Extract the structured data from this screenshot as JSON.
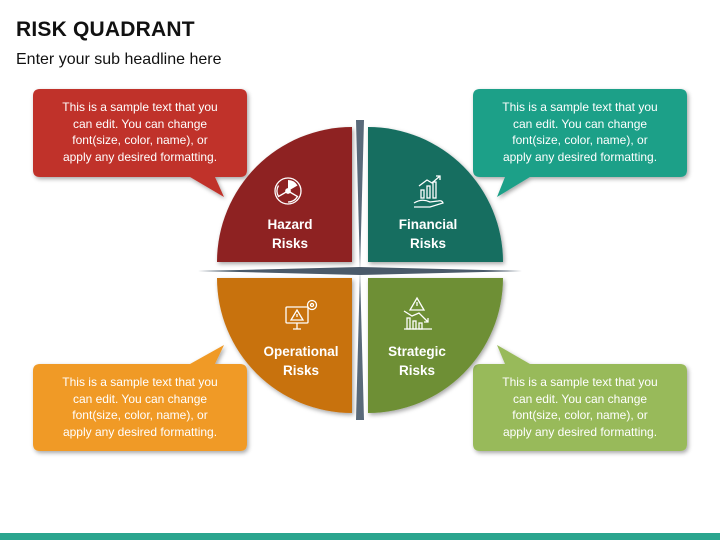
{
  "header": {
    "title": "RISK QUADRANT",
    "subtitle": "Enter your sub headline here"
  },
  "quadrants": [
    {
      "id": "hazard",
      "label_line1": "Hazard",
      "label_line2": "Risks",
      "icon": "radiation-icon",
      "color": "#8e2420"
    },
    {
      "id": "financial",
      "label_line1": "Financial",
      "label_line2": "Risks",
      "icon": "growth-chart-hand-icon",
      "color": "#136e60"
    },
    {
      "id": "operational",
      "label_line1": "Operational",
      "label_line2": "Risks",
      "icon": "monitor-warning-gear-icon",
      "color": "#c8720e"
    },
    {
      "id": "strategic",
      "label_line1": "Strategic",
      "label_line2": "Risks",
      "icon": "risk-decline-chart-icon",
      "color": "#6e8f36"
    }
  ],
  "callouts": [
    {
      "id": "top-left",
      "color": "#c0322c",
      "line1": "This is a sample text that you",
      "line2": "can edit. You can change",
      "line3": "font(size, color, name), or",
      "line4": "apply any desired formatting."
    },
    {
      "id": "top-right",
      "color": "#1fa088",
      "line1": "This is a sample text that you",
      "line2": "can edit. You can change",
      "line3": "font(size, color, name), or",
      "line4": "apply any desired formatting."
    },
    {
      "id": "bottom-left",
      "color": "#f09a25",
      "line1": "This is a sample text that you",
      "line2": "can edit. You can change",
      "line3": "font(size, color, name), or",
      "line4": "apply any desired formatting."
    },
    {
      "id": "bottom-right",
      "color": "#98ba5a",
      "line1": "This is a sample text that you",
      "line2": "can edit. You can change",
      "line3": "font(size, color, name), or",
      "line4": "apply any desired formatting."
    }
  ],
  "footer_color": "#2aa58e"
}
